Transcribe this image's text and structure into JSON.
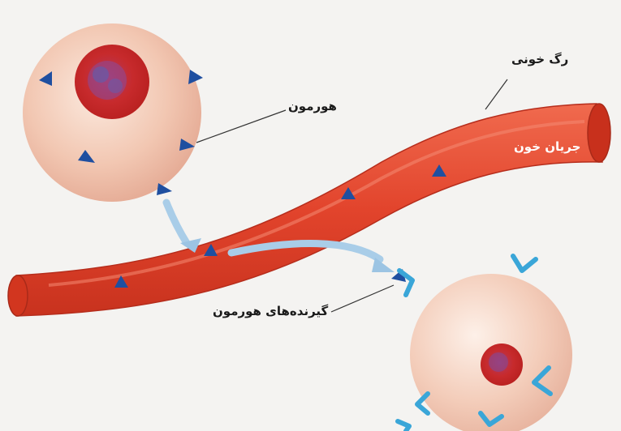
{
  "labels": {
    "blood_vessel": "رگ خونی",
    "hormone": "هورمون",
    "blood_flow": "جریان خون",
    "hormone_receptors": "گیرنده‌های هورمون"
  },
  "colors": {
    "background": "#f4f3f1",
    "cell_body": "#f2c8b4",
    "vessel": "#e0432c",
    "nucleus": "#c8262a",
    "hormone": "#1f4fa0",
    "receptor": "#3aa6d8",
    "arrow": "#a9cde8"
  }
}
